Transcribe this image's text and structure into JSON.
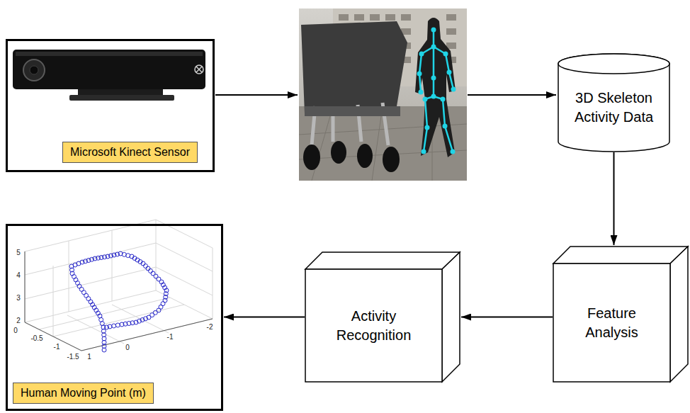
{
  "diagram": {
    "nodes": [
      {
        "text": [
          "Microsoft Kinect Sensor"
        ]
      },
      {
        "text": [
          "3D Skeleton Activity Data"
        ]
      },
      {
        "text": [
          "Feature Analysis"
        ]
      },
      {
        "text": [
          "Activity Recognition"
        ]
      },
      {
        "text": [
          "Human Moving Point (m)"
        ]
      }
    ],
    "edges": [
      {
        "from": 1,
        "to": 2,
        "arrow": "to"
      },
      {
        "from": 2,
        "to": 3,
        "arrow": "to"
      },
      {
        "from": 3,
        "to": 4,
        "arrow": "to"
      }
    ],
    "labels": [
      "5",
      "4",
      "3",
      "2",
      "0",
      "-0.5",
      "-1",
      "-1.5",
      "1",
      "0",
      "-1",
      "-2"
    ]
  }
}
